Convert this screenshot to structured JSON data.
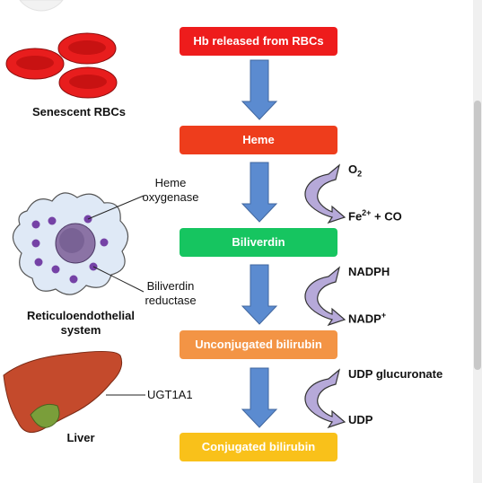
{
  "steps": [
    {
      "label": "Hb released from RBCs",
      "color": "#ee1c1c"
    },
    {
      "label": "Heme",
      "color": "#ee3d1c"
    },
    {
      "label": "Biliverdin",
      "color": "#16c560"
    },
    {
      "label": "Unconjugated bilirubin",
      "color": "#f39445"
    },
    {
      "label": "Conjugated bilirubin",
      "color": "#f9c11a"
    }
  ],
  "side_reactions": [
    {
      "in": "O",
      "in_sub": "2",
      "out_main": "Fe",
      "out_sup": "2+",
      "out_rest": " + CO"
    },
    {
      "in": "NADPH",
      "out_main": "NADP",
      "out_sup": "+",
      "out_rest": ""
    },
    {
      "in": "UDP glucuronate",
      "out_main": "UDP",
      "out_sup": "",
      "out_rest": ""
    }
  ],
  "labels": {
    "rbcs": "Senescent RBCs",
    "heme_oxygenase_1": "Heme",
    "heme_oxygenase_2": "oxygenase",
    "biliverdin_reductase_1": "Biliverdin",
    "biliverdin_reductase_2": "reductase",
    "res_1": "Reticuloendothelial",
    "res_2": "system",
    "ugt": "UGT1A1",
    "liver": "Liver"
  },
  "colors": {
    "arrow_fill": "#5b8bd0",
    "arrow_stroke": "#41679f",
    "curve_fill": "#b6a9d9",
    "curve_stroke": "#333333",
    "rbc": "#e81d1d",
    "cell": "#dfe9f6",
    "nucleus": "#8b73a5",
    "granule": "#7542a6",
    "liver": "#c44a2c",
    "gallbladder": "#7a9e3a"
  }
}
